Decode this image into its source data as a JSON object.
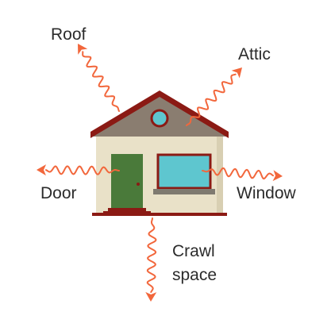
{
  "diagram": {
    "labels": {
      "roof": "Roof",
      "attic": "Attic",
      "door": "Door",
      "window": "Window",
      "crawl_line1": "Crawl",
      "crawl_line2": "space"
    }
  },
  "colors": {
    "arrow": "#f2673c",
    "roof": "#8a7d70",
    "roof_trim": "#8b1a14",
    "wall": "#e9e1c8",
    "wall_shadow": "#d8cfb2",
    "door": "#4a7a3a",
    "window_glass": "#5ec6cf",
    "window_frame": "#8b1a14",
    "sill": "#7f7a70",
    "text": "#2b2b2b"
  },
  "icons": {
    "house": "house-icon",
    "heat_arrows": "wavy-arrow-icon"
  }
}
